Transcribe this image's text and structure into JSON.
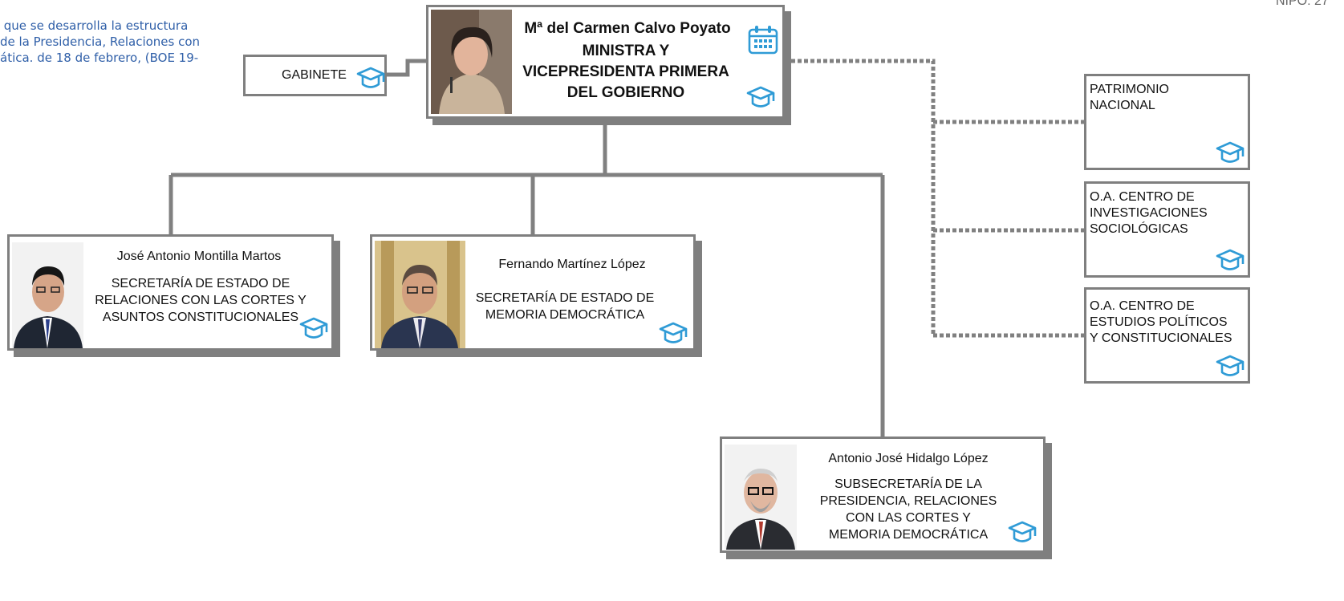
{
  "note": {
    "lines": [
      " que se desarrolla la estructura",
      "de la Presidencia, Relaciones con",
      "ática. de 18 de febrero, (BOE 19-"
    ]
  },
  "header": {
    "nipo": "NIPO: 27"
  },
  "gabinete": {
    "label": "GABINETE"
  },
  "minister": {
    "name": "Mª del Carmen Calvo Poyato",
    "title_lines": [
      "MINISTRA  Y",
      "VICEPRESIDENTA PRIMERA",
      "DEL GOBIERNO"
    ]
  },
  "sec_relaciones": {
    "name": "José Antonio Montilla Martos",
    "title_lines": [
      "SECRETARÍA DE ESTADO DE",
      "RELACIONES CON LAS CORTES Y",
      "ASUNTOS CONSTITUCIONALES"
    ]
  },
  "sec_memoria": {
    "name": "Fernando Martínez López",
    "title_lines": [
      "SECRETARÍA DE ESTADO DE",
      "MEMORIA  DEMOCRÁTICA"
    ]
  },
  "subsecretaria": {
    "name": "Antonio José Hidalgo López",
    "title_lines": [
      "SUBSECRETARÍA DE LA",
      "PRESIDENCIA, RELACIONES",
      "CON LAS CORTES Y",
      "MEMORIA DEMOCRÁTICA"
    ]
  },
  "side_bodies": [
    {
      "lines": [
        "PATRIMONIO",
        "NACIONAL"
      ]
    },
    {
      "lines": [
        "O.A. CENTRO DE",
        "INVESTIGACIONES",
        "SOCIOLÓGICAS"
      ]
    },
    {
      "lines": [
        "O.A. CENTRO DE",
        "ESTUDIOS POLÍTICOS",
        "Y CONSTITUCIONALES"
      ]
    }
  ],
  "colors": {
    "connector": "#808080",
    "border": "#7f7f7f",
    "icon": "#2f9bd6",
    "note_text": "#2f5fa8"
  },
  "icons": {
    "cap": "graduation-cap-icon",
    "calendar": "calendar-icon"
  }
}
